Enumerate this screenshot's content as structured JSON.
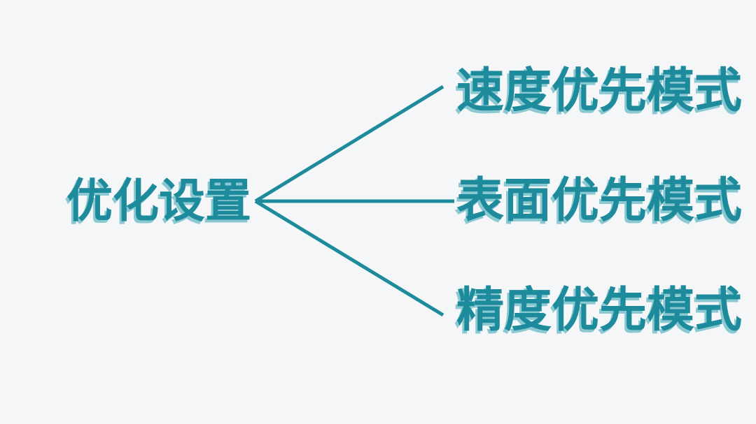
{
  "diagram": {
    "root": {
      "label": "优化设置"
    },
    "branches": [
      {
        "label": "速度优先模式"
      },
      {
        "label": "表面优先模式"
      },
      {
        "label": "精度优先模式"
      }
    ]
  },
  "colors": {
    "accent": "#1d8b9c",
    "accent_light": "#8ac9d2",
    "background": "#f5f6f8"
  }
}
